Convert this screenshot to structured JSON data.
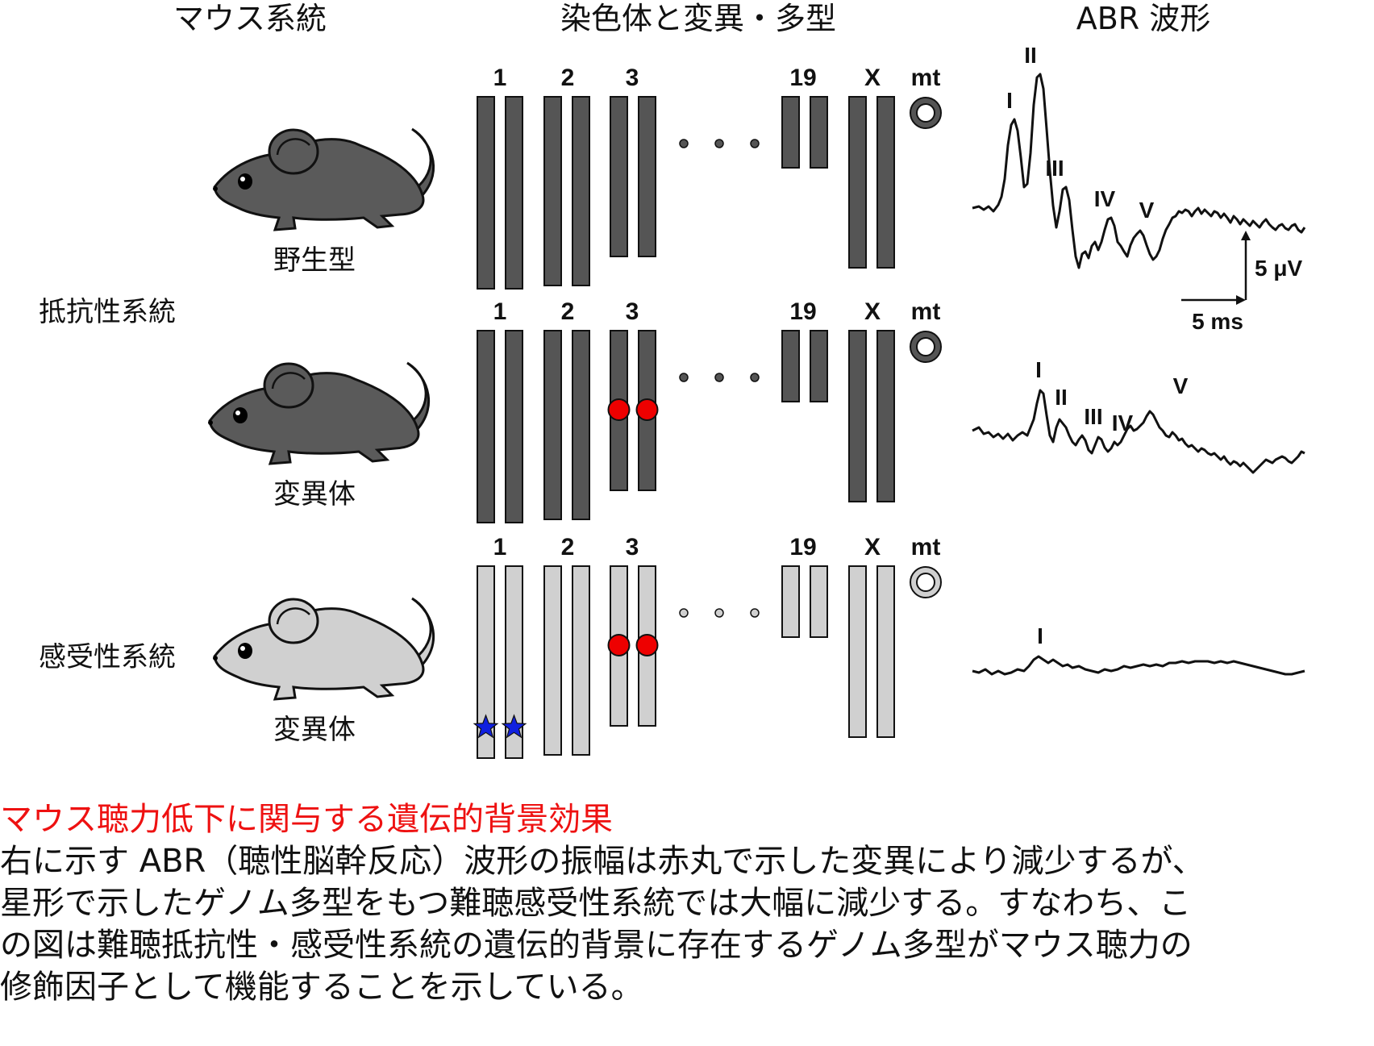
{
  "headers": {
    "strain": "マウス系統",
    "chromosomes": "染色体と変異・多型",
    "abr": "ABR 波形"
  },
  "strain_groups": {
    "resistant": "抵抗性系統",
    "susceptible": "感受性系統"
  },
  "colors": {
    "dark_chromosome": "#555555",
    "light_chromosome": "#d0d0d0",
    "mutation": "#ee0000",
    "polymorphism": "#1020e0",
    "caption_title": "#ee1111"
  },
  "rows": [
    {
      "mouse_label": "野生型",
      "mouse_color": "#5a5a5a",
      "chromosome_color": "#555555",
      "chromosome_labels": [
        "1",
        "2",
        "3",
        "19",
        "X",
        "mt"
      ],
      "mutation_on_chr3": false,
      "polymorphism_on_chr1": false,
      "abr_peaks": [
        "I",
        "II",
        "III",
        "IV",
        "V"
      ]
    },
    {
      "mouse_label": "変異体",
      "mouse_color": "#5a5a5a",
      "chromosome_color": "#555555",
      "chromosome_labels": [
        "1",
        "2",
        "3",
        "19",
        "X",
        "mt"
      ],
      "mutation_on_chr3": true,
      "polymorphism_on_chr1": false,
      "abr_peaks": [
        "I",
        "II",
        "III",
        "IV",
        "V"
      ]
    },
    {
      "mouse_label": "変異体",
      "mouse_color": "#d0d0d0",
      "chromosome_color": "#d0d0d0",
      "chromosome_labels": [
        "1",
        "2",
        "3",
        "19",
        "X",
        "mt"
      ],
      "mutation_on_chr3": true,
      "polymorphism_on_chr1": true,
      "abr_peaks": [
        "I"
      ]
    }
  ],
  "scale_bar": {
    "amplitude": "5 μV",
    "time": "5 ms"
  },
  "caption": {
    "title": "マウス聴力低下に関与する遺伝的背景効果",
    "lines": [
      "右に示す ABR（聴性脳幹反応）波形の振幅は赤丸で示した変異により減少するが、",
      "星形で示したゲノム多型をもつ難聴感受性系統では大幅に減少する。すなわち、こ",
      "の図は難聴抵抗性・感受性系統の遺伝的背景に存在するゲノム多型がマウス聴力の",
      "修飾因子として機能することを示している。"
    ]
  }
}
